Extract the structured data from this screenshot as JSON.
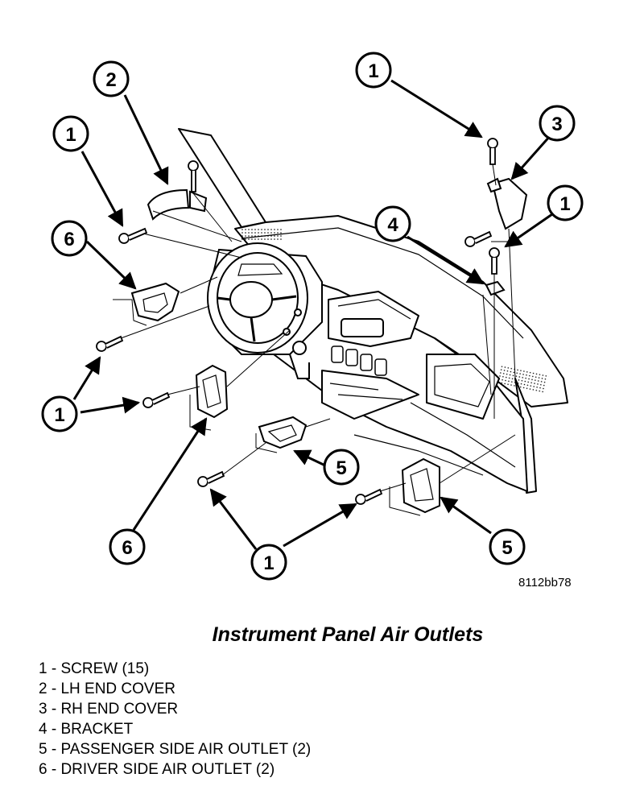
{
  "figure": {
    "id": "8112bb78",
    "title": "Instrument Panel Air Outlets"
  },
  "legend": [
    {
      "num": "1",
      "text": "1 - SCREW (15)"
    },
    {
      "num": "2",
      "text": "2 - LH END COVER"
    },
    {
      "num": "3",
      "text": "3 - RH END COVER"
    },
    {
      "num": "4",
      "text": "4 - BRACKET"
    },
    {
      "num": "5",
      "text": "5 - PASSENGER SIDE AIR OUTLET (2)"
    },
    {
      "num": "6",
      "text": "6 - DRIVER SIDE AIR OUTLET (2)"
    }
  ],
  "callouts": {
    "c1": "1",
    "c2": "2",
    "c3": "3",
    "c4": "4",
    "c5": "5",
    "c6": "6"
  },
  "colors": {
    "ink": "#000000",
    "paper": "#ffffff"
  }
}
